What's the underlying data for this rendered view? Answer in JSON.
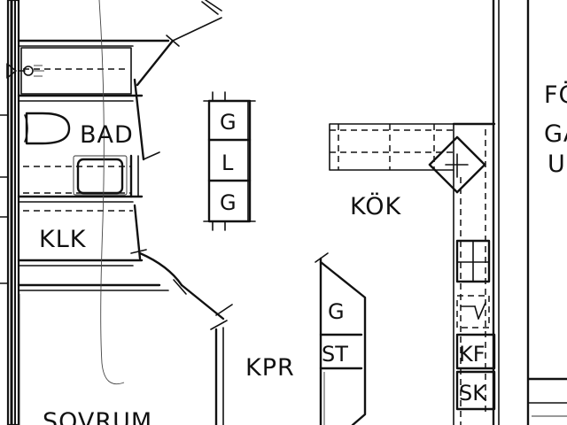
{
  "rooms": {
    "bad": "BAD",
    "klk": "KLK",
    "kok": "KÖK",
    "kpr": "KPR",
    "sovrum": "SOVRUM",
    "edge_top": "FÖ",
    "edge_mid": "GÅ",
    "edge_bottom": "U"
  },
  "fixtures": {
    "g_top": "G",
    "l": "L",
    "g_bottom": "G",
    "g_kpr": "G",
    "st": "ST",
    "kf": "KF",
    "sk": "SK"
  },
  "colors": {
    "ink": "#111111",
    "paper": "#ffffff"
  }
}
